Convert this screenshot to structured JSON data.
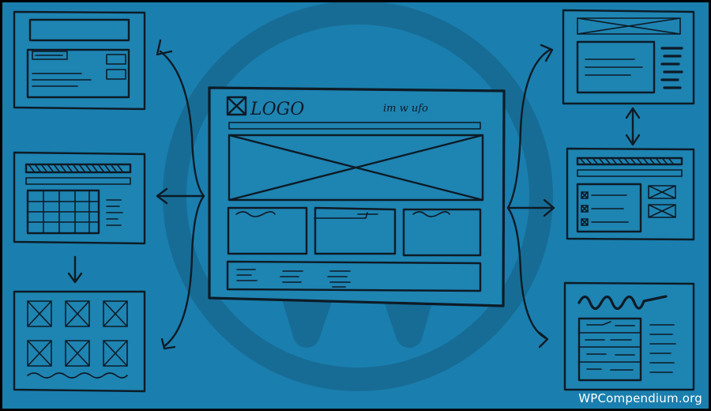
{
  "colors": {
    "background": "#1a7fae",
    "ink": "#0d1b26",
    "watermark_logo": "#176c95",
    "text": "#ffffff"
  },
  "main_wireframe": {
    "logo_text": "LOGO",
    "nav_scribble": "im w ufo"
  },
  "watermark_text": "WPCompendium.org"
}
